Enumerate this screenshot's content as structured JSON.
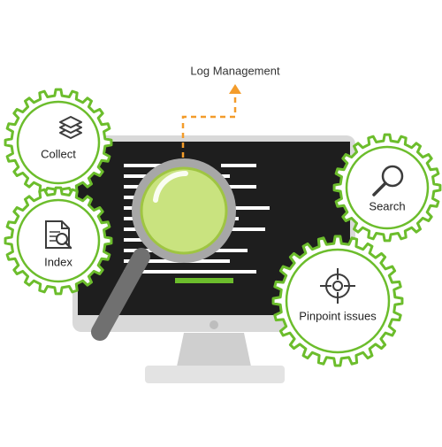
{
  "title": "Log Management",
  "gears": [
    {
      "label": "Collect",
      "icon": "layers-icon"
    },
    {
      "label": "Index",
      "icon": "document-search-icon"
    },
    {
      "label": "Search",
      "icon": "magnifier-icon"
    },
    {
      "label": "Pinpoint issues",
      "icon": "crosshair-icon"
    }
  ],
  "colors": {
    "gear_green": "#6cbd2c",
    "arrow_orange": "#f39c2b",
    "monitor_gray": "#d9d9d9",
    "screen_dark": "#1e1e1e",
    "lens_green": "#c9e37f",
    "icon_dark": "#3c3c3c"
  }
}
